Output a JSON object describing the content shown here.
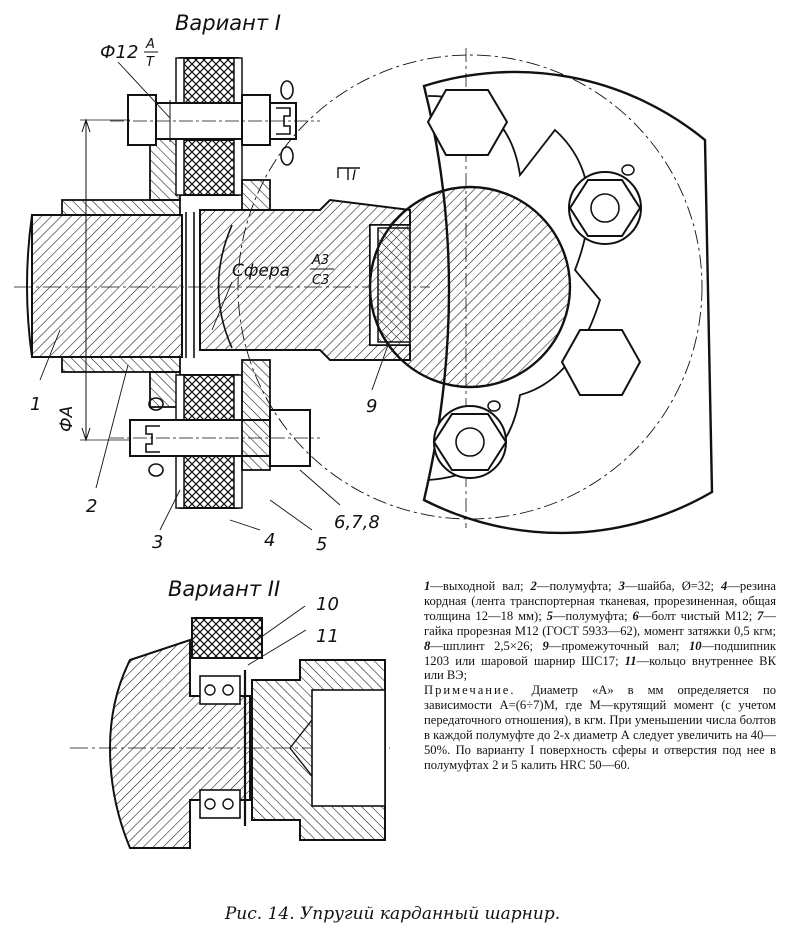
{
  "variant1_title": "Вариант I",
  "variant2_title": "Вариант II",
  "labels": {
    "fit_phi": "Ф12",
    "fit_num": "A",
    "fit_den": "Т",
    "sphere": "Сфера",
    "sphere_num": "A3",
    "sphere_den": "C3",
    "phiA": "ФA",
    "section": "I",
    "p1": "1",
    "p2": "2",
    "p3": "3",
    "p4": "4",
    "p5": "5",
    "p678": "6,7,8",
    "p9": "9",
    "p10": "10",
    "p11": "11"
  },
  "legend": [
    {
      "num": "1",
      "text": "—выходной вал;"
    },
    {
      "num": "2",
      "text": "—полумуфта;"
    },
    {
      "num": "3",
      "text": "—шайба, Ø=32;"
    },
    {
      "num": "4",
      "text": "—резина кордная (лента транспортерная тканевая, прорезиненная, общая толщина 12—18 мм);"
    },
    {
      "num": "5",
      "text": "—полумуфта;"
    },
    {
      "num": "6",
      "text": "—болт чистый М12;"
    },
    {
      "num": "7",
      "text": "—гайка прорезная М12 (ГОСТ 5933—62), момент затяжки 0,5 кгм;"
    },
    {
      "num": "8",
      "text": "—шплинт 2,5×26;"
    },
    {
      "num": "9",
      "text": "—промежуточный вал;"
    },
    {
      "num": "10",
      "text": "—подшипник 1203 или шаровой шарнир ШС17;"
    },
    {
      "num": "11",
      "text": "—кольцо внутреннее ВК или ВЭ;"
    }
  ],
  "note_title": "Примечание.",
  "note_text": "Диаметр «А» в мм определяется по зависимости А=(6÷7)М, где М—крутящий момент (с учетом передаточного отношения), в кгм. При уменьшении числа болтов в каждой полумуфте до 2-х диаметр А следует увеличить на 40—50%. По варианту I поверхность сферы и отверстия под нее в полумуфтах 2 и 5 калить HRC 50—60.",
  "caption": "Рис. 14. Упругий карданный шарнир."
}
